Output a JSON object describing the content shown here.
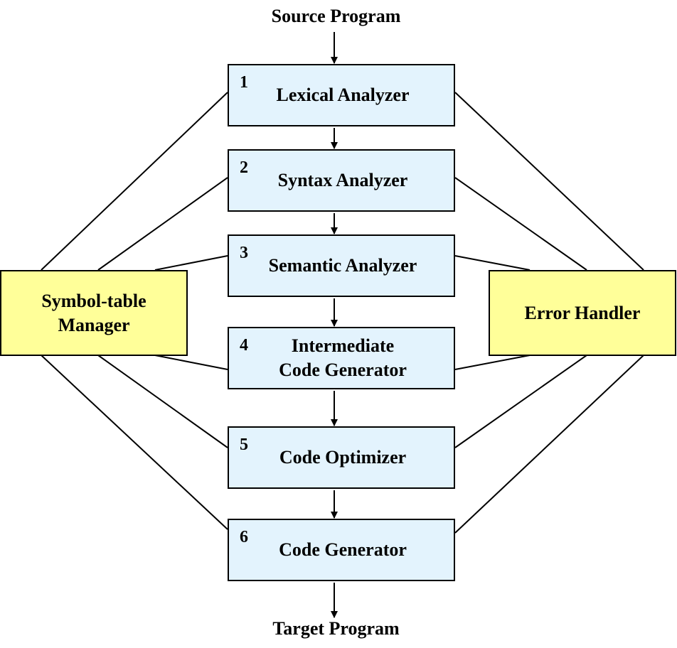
{
  "input_label": "Source Program",
  "output_label": "Target Program",
  "phases": [
    {
      "number": "1",
      "label": "Lexical Analyzer"
    },
    {
      "number": "2",
      "label": "Syntax Analyzer"
    },
    {
      "number": "3",
      "label": "Semantic Analyzer"
    },
    {
      "number": "4",
      "label": "Intermediate\nCode Generator"
    },
    {
      "number": "5",
      "label": "Code Optimizer"
    },
    {
      "number": "6",
      "label": "Code Generator"
    }
  ],
  "symbol_table": {
    "label": "Symbol-table\nManager"
  },
  "error_handler": {
    "label": "Error Handler"
  },
  "colors": {
    "phase_fill": "#e3f3fd",
    "side_fill": "#ffff99",
    "stroke": "#000000"
  }
}
